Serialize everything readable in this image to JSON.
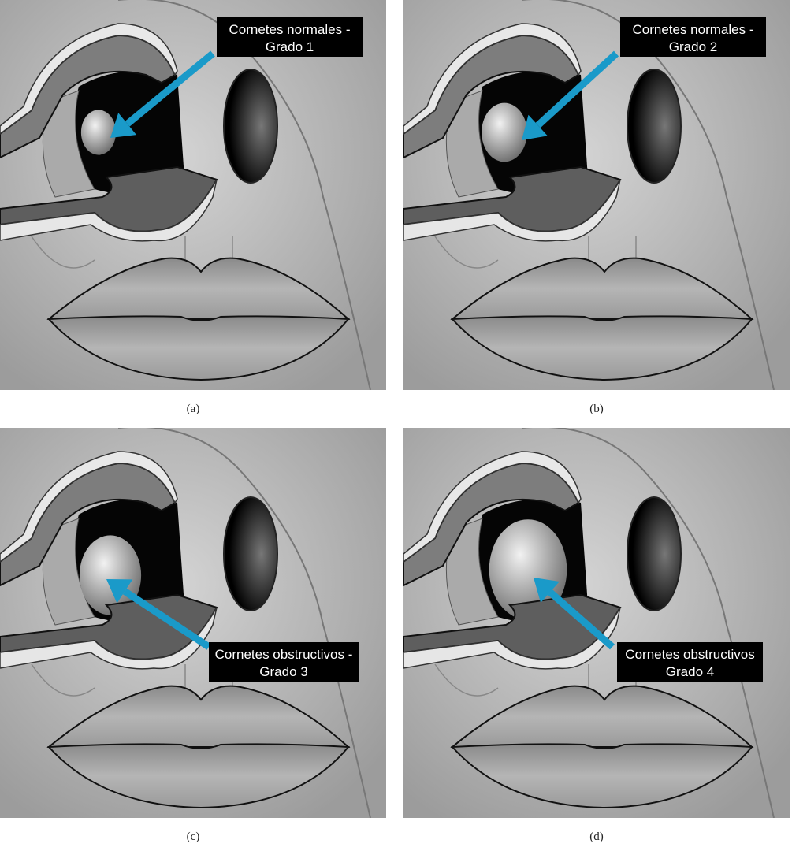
{
  "figure": {
    "arrow_color": "#1a9ac9",
    "label_bg": "#000000",
    "panels": [
      {
        "caption": "(a)",
        "label": {
          "line1": "Cornetes normales -",
          "line2": "Grado 1"
        },
        "grade": 1
      },
      {
        "caption": "(b)",
        "label": {
          "line1": "Cornetes normales -",
          "line2": "Grado 2"
        },
        "grade": 2
      },
      {
        "caption": "(c)",
        "label": {
          "line1": "Cornetes obstructivos -",
          "line2": "Grado 3"
        },
        "grade": 3
      },
      {
        "caption": "(d)",
        "label": {
          "line1": "Cornetes obstructivos",
          "line2": "Grado 4"
        },
        "grade": 4
      }
    ]
  }
}
